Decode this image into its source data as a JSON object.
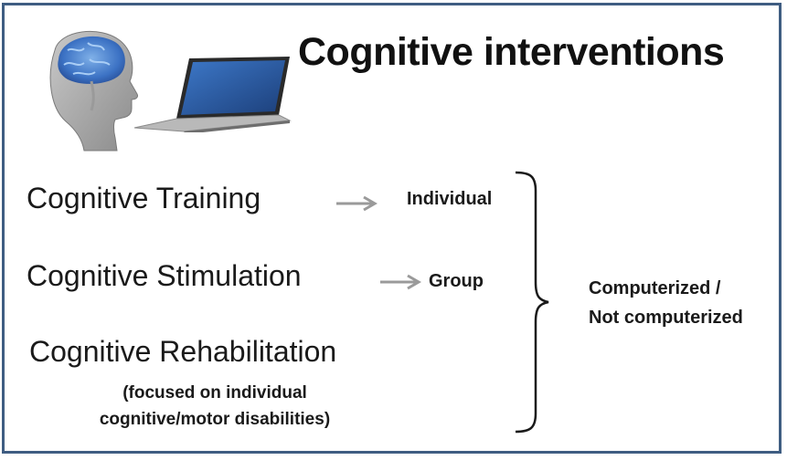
{
  "title": "Cognitive interventions",
  "illustrations": {
    "head": "brain-head-icon",
    "laptop": "laptop-icon"
  },
  "interventions": [
    {
      "label": "Cognitive Training",
      "mode": "Individual"
    },
    {
      "label": "Cognitive Stimulation",
      "mode": "Group"
    },
    {
      "label": "Cognitive Rehabilitation",
      "note_line1": "(focused on individual",
      "note_line2": "cognitive/motor disabilities)"
    }
  ],
  "result": {
    "line1": "Computerized /",
    "line2": "Not computerized"
  },
  "colors": {
    "frame": "#3f5d82",
    "arrow": "#9a9a9a",
    "text": "#1a1a1a"
  }
}
